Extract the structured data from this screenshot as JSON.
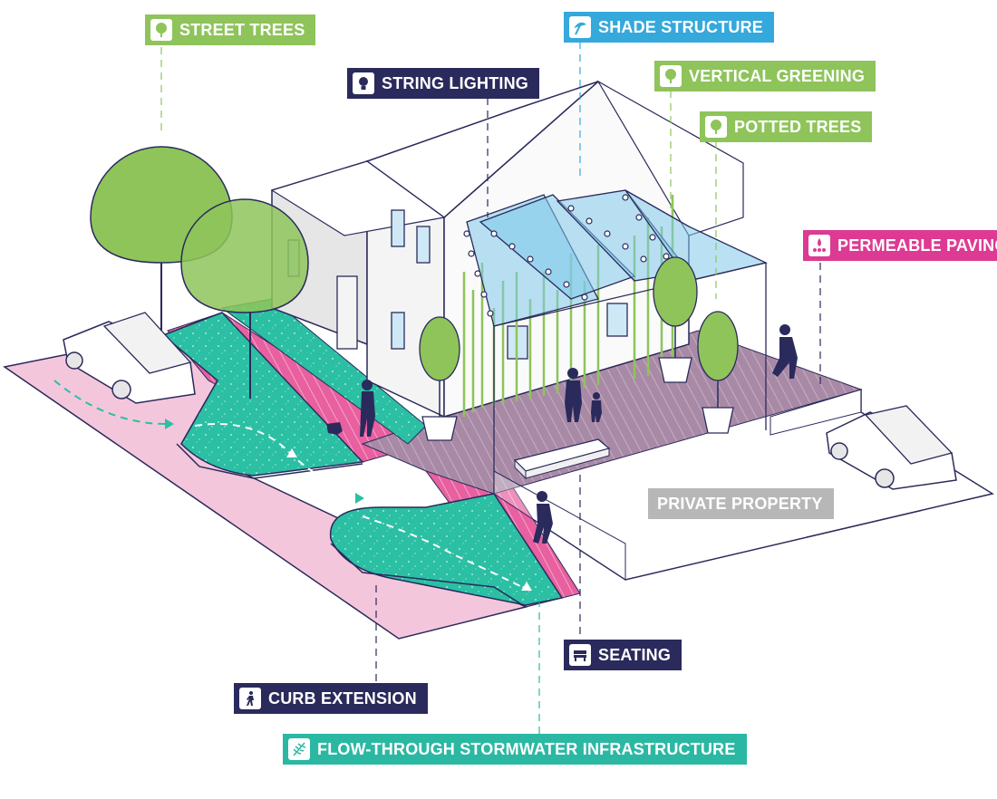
{
  "colors": {
    "pink": "#f4c6dc",
    "hot_pink": "#e8609f",
    "teal": "#2bbfa4",
    "tree_green": "#8ec45a",
    "navy": "#2a2a5c",
    "glass_blue": "#7fc8ea",
    "permeable_purple": "#a07a9a",
    "building": "#f2f2f2"
  },
  "labels": {
    "street_trees": "STREET TREES",
    "shade_structure": "SHADE STRUCTURE",
    "string_lighting": "STRING LIGHTING",
    "vertical_greening": "VERTICAL GREENING",
    "potted_trees": "POTTED TREES",
    "permeable_paving": "PERMEABLE PAVING",
    "private_property": "PRIVATE PROPERTY",
    "seating": "SEATING",
    "curb_extension": "CURB EXTENSION",
    "flow_through": "FLOW-THROUGH STORMWATER INFRASTRUCTURE"
  },
  "icons": {
    "street_trees": "tree-icon",
    "shade_structure": "umbrella-icon",
    "string_lighting": "lightbulb-icon",
    "vertical_greening": "tree-icon",
    "potted_trees": "tree-icon",
    "permeable_paving": "water-drops-icon",
    "seating": "bench-icon",
    "curb_extension": "pedestrian-icon",
    "flow_through": "fern-leaf-icon"
  }
}
